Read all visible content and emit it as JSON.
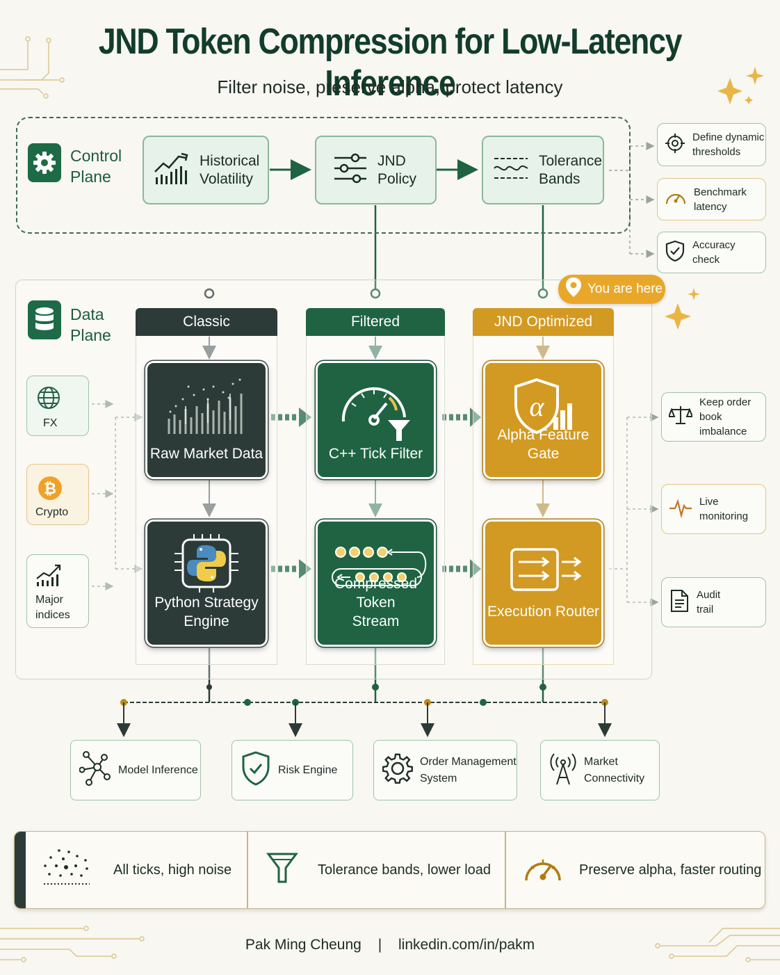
{
  "title": "JND Token Compression for Low-Latency Inference",
  "subtitle": "Filter noise, preserve alpha, protect latency",
  "control_plane": {
    "label_line1": "Control",
    "label_line2": "Plane",
    "nodes": [
      {
        "line1": "Historical",
        "line2": "Volatility",
        "icon": "volatility-chart-icon"
      },
      {
        "line1": "JND",
        "line2": "Policy",
        "icon": "sliders-icon"
      },
      {
        "line1": "Tolerance",
        "line2": "Bands",
        "icon": "tolerance-wave-icon"
      }
    ],
    "side_outputs": [
      {
        "line1": "Define dynamic",
        "line2": "thresholds",
        "icon": "target-icon"
      },
      {
        "line1": "Benchmark",
        "line2": "latency",
        "icon": "speedometer-icon"
      },
      {
        "line1": "Accuracy",
        "line2": "check",
        "icon": "shield-check-icon"
      }
    ]
  },
  "you_are_here": "You are here",
  "data_plane": {
    "label_line1": "Data",
    "label_line2": "Plane",
    "sources": [
      {
        "line1": "FX",
        "line2": "",
        "icon": "globe-icon"
      },
      {
        "line1": "Crypto",
        "line2": "",
        "icon": "bitcoin-icon"
      },
      {
        "line1": "Major",
        "line2": "indices",
        "icon": "index-chart-icon"
      }
    ],
    "columns": [
      {
        "header": "Classic",
        "top": "Raw Market Data",
        "bottom_line1": "Python Strategy",
        "bottom_line2": "Engine"
      },
      {
        "header": "Filtered",
        "top": "C++ Tick Filter",
        "bottom_line1": "Compressed Token",
        "bottom_line2": "Stream"
      },
      {
        "header": "JND Optimized",
        "top": "Alpha Feature Gate",
        "bottom_line1": "Execution Router",
        "bottom_line2": ""
      }
    ],
    "side_outputs": [
      {
        "line1": "Keep order",
        "line2": "book imbalance",
        "icon": "balance-scale-icon"
      },
      {
        "line1": "Live",
        "line2": "monitoring",
        "icon": "pulse-icon"
      },
      {
        "line1": "Audit",
        "line2": "trail",
        "icon": "document-icon"
      }
    ]
  },
  "consumers": [
    {
      "line1": "Model Inference",
      "line2": "",
      "icon": "network-icon"
    },
    {
      "line1": "Risk Engine",
      "line2": "",
      "icon": "shield-check-icon"
    },
    {
      "line1": "Order Management",
      "line2": "System",
      "icon": "gear-icon"
    },
    {
      "line1": "Market",
      "line2": "Connectivity",
      "icon": "antenna-icon"
    }
  ],
  "summary": [
    {
      "text": "All ticks, high noise",
      "icon": "scatter-dots-icon"
    },
    {
      "text": "Tolerance bands, lower load",
      "icon": "funnel-icon"
    },
    {
      "text": "Preserve alpha, faster routing",
      "icon": "speedometer-icon"
    }
  ],
  "footer": {
    "author": "Pak Ming Cheung",
    "separator": "|",
    "link": "linkedin.com/in/pakm"
  },
  "colors": {
    "dark": "#2c3b38",
    "green": "#1f6343",
    "gold": "#d29a22",
    "accent_green": "#1d6b46"
  }
}
